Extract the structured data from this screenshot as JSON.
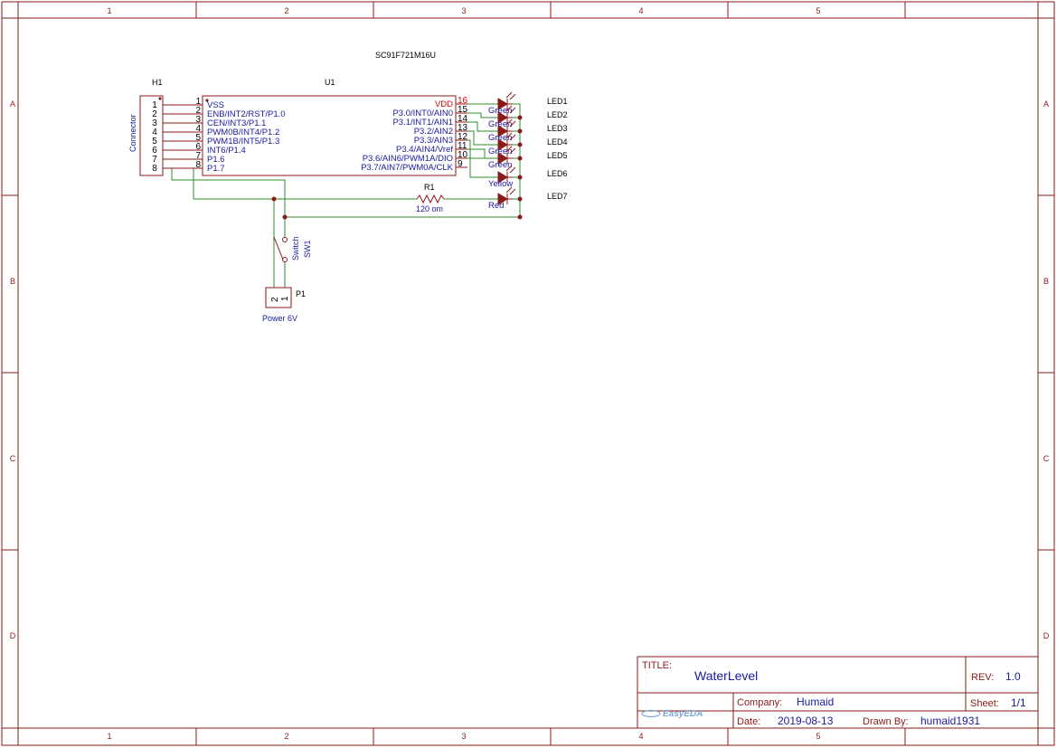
{
  "frame": {
    "columns": [
      "1",
      "2",
      "3",
      "4",
      "5"
    ],
    "rows": [
      "A",
      "B",
      "C",
      "D"
    ]
  },
  "u1": {
    "designator": "U1",
    "part": "SC91F721M16U",
    "left_pins": [
      {
        "num": "1",
        "name": "VSS"
      },
      {
        "num": "2",
        "name": "ENB/INT2/RST/P1.0"
      },
      {
        "num": "3",
        "name": "CEN/INT3/P1.1"
      },
      {
        "num": "4",
        "name": "PWM0B/INT4/P1.2"
      },
      {
        "num": "5",
        "name": "PWM1B/INT5/P1.3"
      },
      {
        "num": "6",
        "name": "INT6/P1.4"
      },
      {
        "num": "7",
        "name": "P1.6"
      },
      {
        "num": "8",
        "name": "P1.7"
      }
    ],
    "right_pins": [
      {
        "num": "16",
        "name": "VDD"
      },
      {
        "num": "15",
        "name": "P3.0/INT0/AIN0"
      },
      {
        "num": "14",
        "name": "P3.1/INT1/AIN1"
      },
      {
        "num": "13",
        "name": "P3.2/AIN2"
      },
      {
        "num": "12",
        "name": "P3.3/AIN3"
      },
      {
        "num": "11",
        "name": "P3.4/AIN4/Vref"
      },
      {
        "num": "10",
        "name": "P3.6/AIN6/PWM1A/DIO"
      },
      {
        "num": "9",
        "name": "P3.7/AIN7/PWM0A/CLK"
      }
    ]
  },
  "h1": {
    "designator": "H1",
    "value": "Connector",
    "pins": [
      "1",
      "2",
      "3",
      "4",
      "5",
      "6",
      "7",
      "8"
    ]
  },
  "leds": [
    {
      "name": "LED1",
      "color": "Green"
    },
    {
      "name": "LED2",
      "color": "Green"
    },
    {
      "name": "LED3",
      "color": "Green"
    },
    {
      "name": "LED4",
      "color": "Green"
    },
    {
      "name": "LED5",
      "color": "Green"
    },
    {
      "name": "LED6",
      "color": "Yellow"
    },
    {
      "name": "LED7",
      "color": "Red"
    }
  ],
  "r1": {
    "designator": "R1",
    "value": "120 om"
  },
  "sw1": {
    "designator": "SW1",
    "value": "Switch"
  },
  "p1": {
    "designator": "P1",
    "value": "Power 6V",
    "pins": [
      "2",
      "1"
    ]
  },
  "title_block": {
    "title_label": "TITLE:",
    "title": "WaterLevel",
    "rev_label": "REV:",
    "rev": "1.0",
    "company_label": "Company:",
    "company": "Humaid",
    "sheet_label": "Sheet:",
    "sheet": "1/1",
    "date_label": "Date:",
    "date": "2019-08-13",
    "drawn_label": "Drawn By:",
    "drawn_by": "humaid1931",
    "logo_text": "EasyEDA"
  },
  "colors": {
    "frame": "#8b1a1a",
    "wire": "#2e8b2e",
    "pin_name": "#1a1aa0",
    "power_pin": "#e00000"
  }
}
